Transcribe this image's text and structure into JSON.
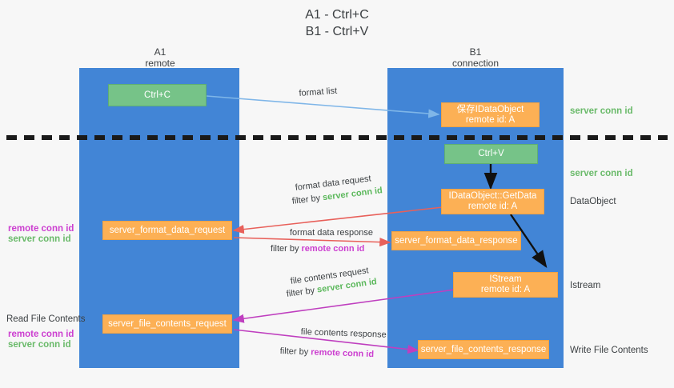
{
  "title": {
    "line1": "A1 - Ctrl+C",
    "line2": "B1 - Ctrl+V"
  },
  "colors": {
    "lane": "#4285d6",
    "green_box": "#76c388",
    "orange_box": "#fcb055",
    "server_conn_id": "#5cb85c",
    "remote_conn_id": "#cc3fd0",
    "divider": "#1a1a1a",
    "background": "#f7f7f7"
  },
  "columns": [
    {
      "name": "A1",
      "sub": "remote"
    },
    {
      "name": "B1",
      "sub": "connection"
    }
  ],
  "boxes": {
    "ctrl_c": "Ctrl+C",
    "ctrl_v": "Ctrl+V",
    "save_idataobject": {
      "line1": "保存IDataObject",
      "line2": "remote id: A"
    },
    "getdata": {
      "line1": "IDataObject::GetData",
      "line2": "remote id: A"
    },
    "istream": {
      "line1": "IStream",
      "line2": "remote id: A"
    },
    "server_format_data_request": "server_format_data_request",
    "server_format_data_response": "server_format_data_response",
    "server_file_contents_request": "server_file_contents_request",
    "server_file_contents_response": "server_file_contents_response"
  },
  "edge_labels": {
    "format_list": "format list",
    "format_data_request": "format data request",
    "format_data_response": "format data response",
    "file_contents_request": "file contents request",
    "file_contents_response": "file contents response",
    "filter_by": "filter by",
    "server_conn_id": "server conn id",
    "remote_conn_id": "remote conn id"
  },
  "side_labels": {
    "server_conn_id": "server conn id",
    "remote_conn_id": "remote conn id",
    "dataobject": "DataObject",
    "istream": "Istream",
    "read_file_contents": "Read File Contents",
    "write_file_contents": "Write File Contents"
  }
}
